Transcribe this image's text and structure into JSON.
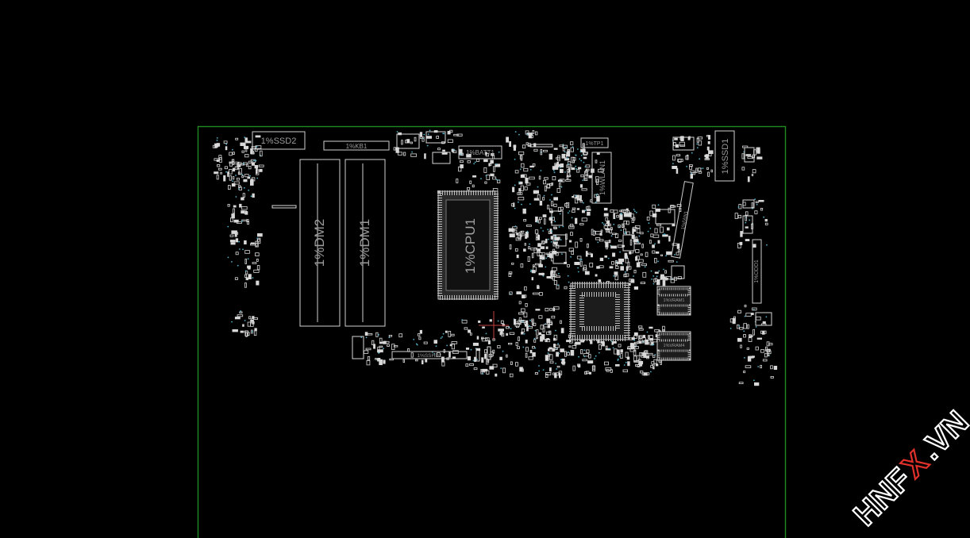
{
  "colors": {
    "background": "#000000",
    "board_outline": "#1f8a1f",
    "component": "#d8d8d8",
    "label": "#9a9a9a",
    "dot": "#4fb0c6",
    "cursor": "#c04040",
    "watermark_fill": "#ffffff",
    "watermark_slash": "#e0302a"
  },
  "labels": {
    "ssd2": "1%SSD2",
    "kb1": "1%KB1",
    "batt1": "1%BATT1",
    "tp1": "1%TP1",
    "wlan1": "1%WLAN1",
    "ssd1": "1%SSD1",
    "dm2": "1%DM2",
    "dm1": "1%DM1",
    "cpu1": "1%CPU1",
    "hdd2": "1%SSHD2",
    "vram1": "1%VRAM1",
    "vram4": "1%VRAM4",
    "odd1": "1%ODD1",
    "fan": "1%FAN1"
  },
  "watermark": {
    "part1": "HNF",
    "part2": "X",
    "part3": ".VN"
  }
}
